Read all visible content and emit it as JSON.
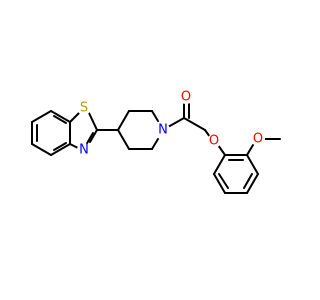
{
  "molecule": {
    "atoms": {
      "sulfur": {
        "symbol": "S",
        "color": "#b8a000"
      },
      "thiazole_n": {
        "symbol": "N",
        "color": "#0000ff"
      },
      "piperidine_n": {
        "symbol": "N",
        "color": "#0000ff"
      },
      "carbonyl_o": {
        "symbol": "O",
        "color": "#ff0000"
      },
      "ether_o": {
        "symbol": "O",
        "color": "#ff0000"
      },
      "methoxy_o": {
        "symbol": "O",
        "color": "#ff0000"
      }
    },
    "bond_color": "#000000"
  }
}
